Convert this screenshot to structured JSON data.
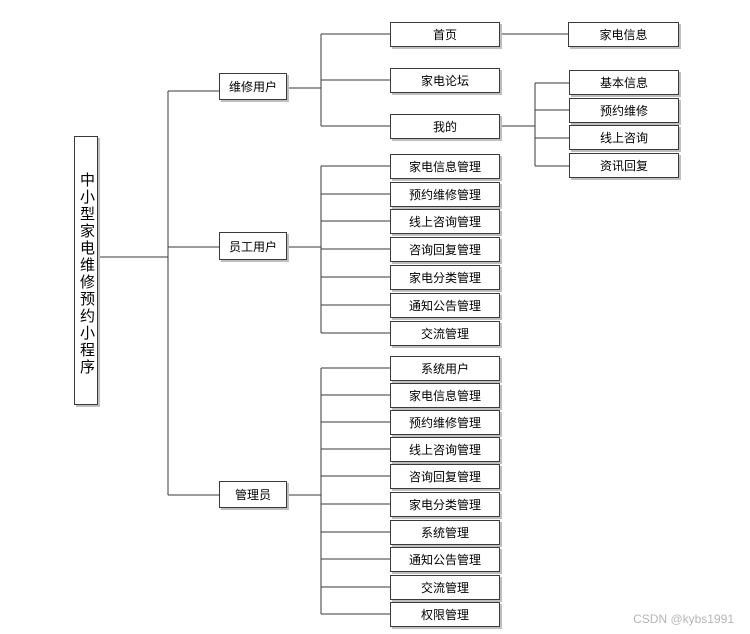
{
  "root": {
    "label": "中小型家电维修预约小程序"
  },
  "roles": [
    {
      "label": "维修用户"
    },
    {
      "label": "员工用户"
    },
    {
      "label": "管理员"
    }
  ],
  "repair_user": {
    "items": [
      "首页",
      "家电论坛",
      "我的"
    ],
    "home_sub": [
      "家电信息"
    ],
    "mine_sub": [
      "基本信息",
      "预约维修",
      "线上咨询",
      "资讯回复"
    ]
  },
  "staff_user": {
    "items": [
      "家电信息管理",
      "预约维修管理",
      "线上咨询管理",
      "咨询回复管理",
      "家电分类管理",
      "通知公告管理",
      "交流管理"
    ]
  },
  "admin": {
    "items": [
      "系统用户",
      "家电信息管理",
      "预约维修管理",
      "线上咨询管理",
      "咨询回复管理",
      "家电分类管理",
      "系统管理",
      "通知公告管理",
      "交流管理",
      "权限管理"
    ]
  },
  "watermark": "CSDN @kybs1991"
}
